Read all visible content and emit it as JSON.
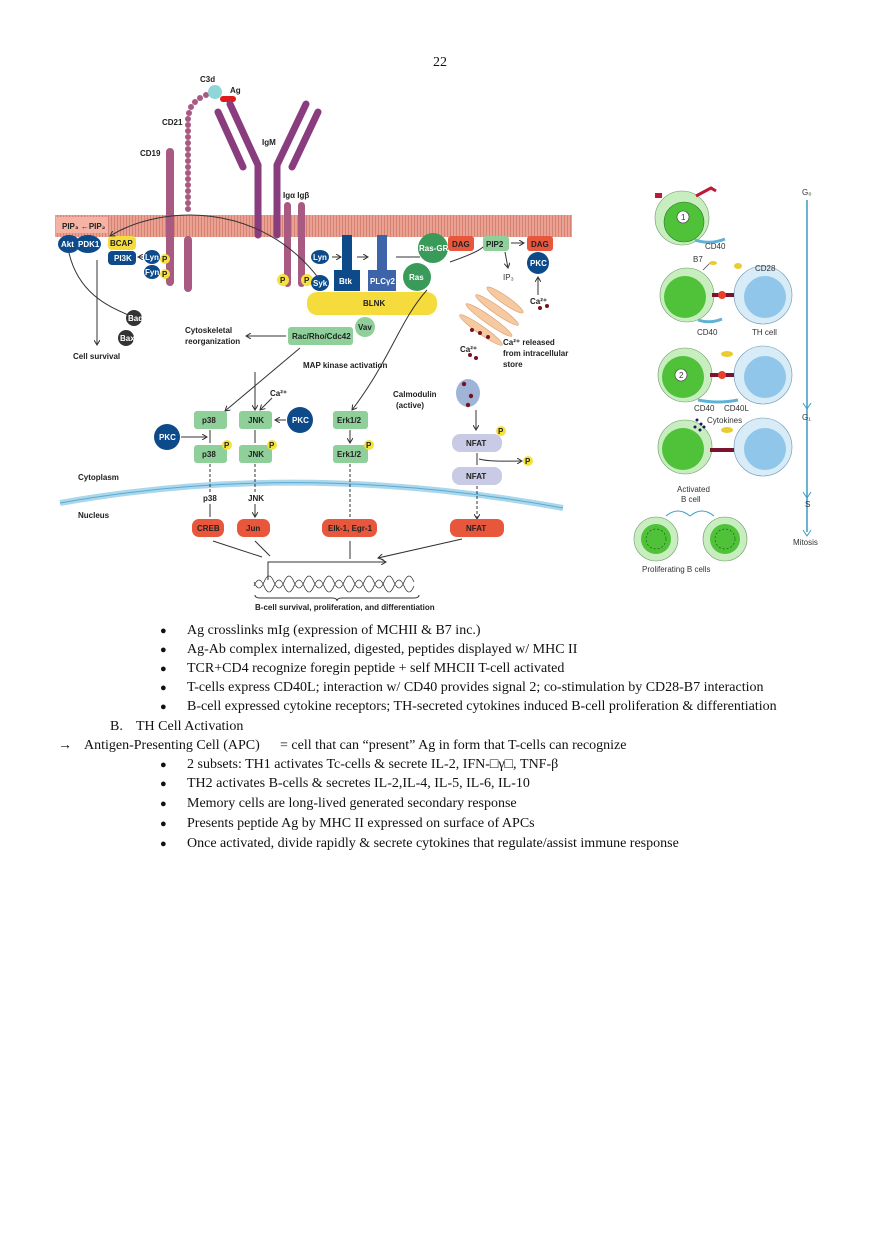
{
  "page_number": "22",
  "pathway_figure": {
    "labels": {
      "c3d": "C3d",
      "ag": "Ag",
      "cd21": "CD21",
      "cd19": "CD19",
      "igm": "IgM",
      "iga_igb": "Igα Igβ",
      "pip": "PIP₃ ←PIP₂",
      "akt": "Akt",
      "pdk1": "PDK1",
      "bcap": "BCAP",
      "pi3k": "PI3K",
      "lyn": "Lyn",
      "fyn": "Fyn",
      "p": "P",
      "syk": "Syk",
      "btk": "Btk",
      "plcg2": "PLCγ2",
      "rasgrp": "Ras-GRP",
      "ras": "Ras",
      "dag": "DAG",
      "pip2": "PIP2",
      "pkc": "PKC",
      "ip3": "IP₃",
      "ca": "Ca²⁺",
      "blnk": "BLNK",
      "vav": "Vav",
      "rac": "Rac/Rho/Cdc42",
      "cyto1": "Cytoskeletal",
      "cyto2": "reorganization",
      "bad": "Bad",
      "bax": "Bax",
      "cell_survival": "Cell survival",
      "ca_rel1": "Ca²⁺ released",
      "ca_rel2": "from intracellular",
      "ca_rel3": "store",
      "mapk": "MAP kinase activation",
      "p38": "p38",
      "jnk": "JNK",
      "erk": "Erk1/2",
      "calmodulin": "Calmodulin",
      "active": "(active)",
      "nfat": "NFAT",
      "cytoplasm": "Cytoplasm",
      "nucleus": "Nucleus",
      "creb": "CREB",
      "jun": "Jun",
      "elk": "Elk-1, Egr-1",
      "outcome": "B-cell survival, proliferation, and differentiation"
    },
    "colors": {
      "membrane": "#e9a193",
      "dark_blue": "#0d4a8a",
      "yellow": "#f5dc3c",
      "green": "#8fcf9a",
      "red": "#e8573c",
      "purple": "#8a3d7e"
    }
  },
  "cell_figure": {
    "labels": {
      "one": "1",
      "two": "2",
      "cd40": "CD40",
      "b7": "B7",
      "cd28": "CD28",
      "th_cell": "TH cell",
      "cd40l": "CD40L",
      "cytokines": "Cytokines",
      "activated1": "Activated",
      "activated2": "B cell",
      "proliferating": "Proliferating B cells",
      "g0": "G₀",
      "g1": "G₁",
      "s": "S",
      "mitosis": "Mitosis"
    }
  },
  "bullets_a": [
    "Ag crosslinks mIg (expression of MCHII & B7 inc.)",
    "Ag-Ab complex internalized, digested, peptides displayed w/ MHC II",
    "TCR+CD4 recognize foregin peptide + self MHCII T-cell activated",
    "T-cells express CD40L; interaction w/ CD40 provides signal 2; co-stimulation by CD28-B7 interaction",
    "B-cell expressed cytokine receptors; TH-secreted cytokines induced B-cell proliferation & differentiation"
  ],
  "section_b": {
    "letter": "B.",
    "title": "TH Cell Activation"
  },
  "apc_line": {
    "arrow": "→",
    "term": "Antigen-Presenting Cell (APC)",
    "definition": "= cell that can “present” Ag in form that T-cells can recognize"
  },
  "bullets_b": [
    "2 subsets: TH1 activates Tc-cells & secrete IL-2, IFN-□γ□, TNF-β",
    "TH2 activates B-cells & secretes IL-2,IL-4, IL-5, IL-6, IL-10",
    "Memory cells are long-lived generated secondary response",
    "Presents peptide Ag by MHC II expressed on surface of APCs",
    "Once activated, divide rapidly & secrete cytokines that regulate/assist immune response"
  ],
  "bullet_symbol": "●"
}
